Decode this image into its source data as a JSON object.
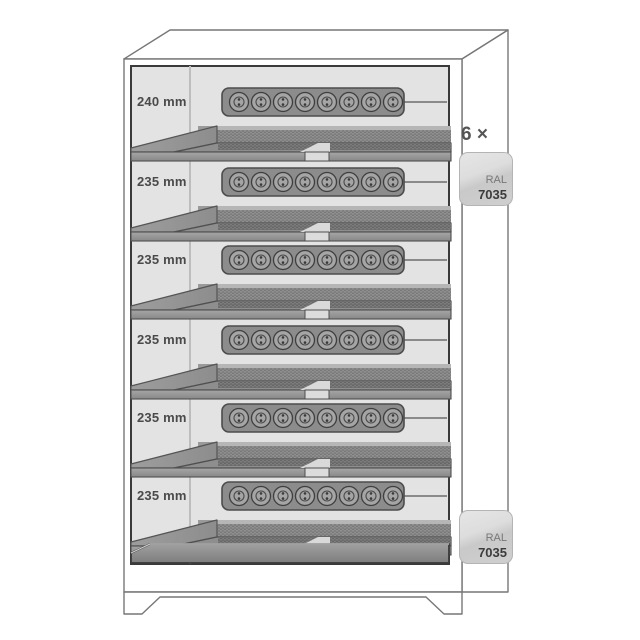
{
  "illustration": {
    "type": "safety-storage-cabinet-cutaway",
    "title_visible": false,
    "colors": {
      "background": "#ffffff",
      "outline": "#666666",
      "cabinet_body": "#ffffff",
      "interior_back": "#e3e3e3",
      "door_panel": "#dcdcdc",
      "shelf_top": "#9a9a9a",
      "shelf_edge": "#8a8a8a",
      "shelf_dark": "#6e6e6e",
      "bottle_tray": "#8c8c8c",
      "bottle_cap": "#a5a5a5",
      "label_text": "#4a4a4a",
      "chip_border": "#b4b4b4"
    }
  },
  "shelves": [
    {
      "id": "shelf-1",
      "label": "240 mm",
      "height_mm": 240,
      "bottles": 8
    },
    {
      "id": "shelf-2",
      "label": "235 mm",
      "height_mm": 235,
      "bottles": 8
    },
    {
      "id": "shelf-3",
      "label": "235 mm",
      "height_mm": 235,
      "bottles": 8
    },
    {
      "id": "shelf-4",
      "label": "235 mm",
      "height_mm": 235,
      "bottles": 8
    },
    {
      "id": "shelf-5",
      "label": "235 mm",
      "height_mm": 235,
      "bottles": 8
    },
    {
      "id": "shelf-6",
      "label": "235 mm",
      "height_mm": 235,
      "bottles": 8
    }
  ],
  "annotations": {
    "quantity": "6 ×",
    "quantity_count": 6,
    "quantity_symbol": "×"
  },
  "swatches": [
    {
      "id": "ral-swatch-top",
      "ral_word": "RAL",
      "ral_number": "7035",
      "name": "RAL 7035",
      "hex": "#d7d7d7"
    },
    {
      "id": "ral-swatch-bottom",
      "ral_word": "RAL",
      "ral_number": "7035",
      "name": "RAL 7035",
      "hex": "#d7d7d7"
    }
  ],
  "sump": {
    "id": "bottom-sump-tray",
    "label": ""
  }
}
